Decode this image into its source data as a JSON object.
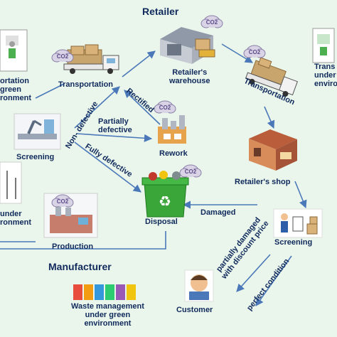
{
  "titles": {
    "retailer": "Retailer",
    "manufacturer": "Manufacturer"
  },
  "nodes": {
    "transportation_left": "Transportation",
    "retailers_warehouse": "Retailer's\nwarehouse",
    "transportation_right": "Transportation",
    "screening_left": "Screening",
    "rework": "Rework",
    "disposal": "Disposal",
    "retailers_shop": "Retailer's shop",
    "screening_right": "Screening",
    "production": "Production",
    "customer": "Customer",
    "waste_management": "Waste management\nunder green\nenvironment",
    "transport_green_left": "ortation\ngreen\nronment",
    "transport_green_right": "Trans\nunder\nenviro",
    "left_under": "under\nronment"
  },
  "edges": {
    "non_defective": "Non- defective",
    "rectified": "Rectified",
    "partially_defective": "Partially\ndefective",
    "fully_defective": "Fully defective",
    "damaged": "Damaged",
    "partially_damaged": "partially damaged\nwith discount price",
    "perfect_condition": "perfect condition"
  },
  "emission_label": "CO2",
  "icons": [
    "truck-icon",
    "warehouse-icon",
    "building-icon",
    "factory-icon",
    "robot-arm-icon",
    "recycle-bin-icon",
    "shop-icon",
    "inspector-icon",
    "customer-icon",
    "charging-station-icon",
    "bins-icon",
    "co2-cloud-icon"
  ],
  "colors": {
    "background": "#eaf6ec",
    "arrow": "#4a78b8",
    "text": "#102a5c",
    "bin": "#3aa63a"
  }
}
